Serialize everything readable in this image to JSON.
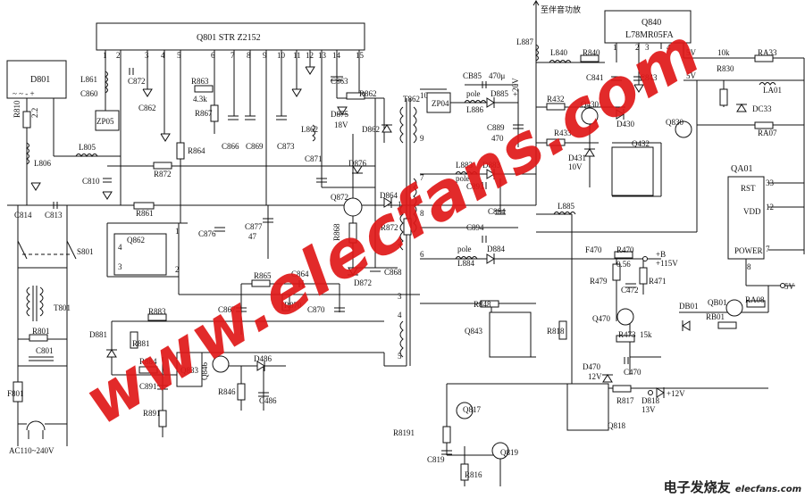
{
  "ic": {
    "main": "Q801  STR  Z2152",
    "bridge": "D801",
    "regulator": "Q840",
    "regulator_part": "L78MR05FA",
    "reset": "QA01",
    "reset_pins": [
      "RST",
      "VDD",
      "POWER"
    ],
    "reset_pin_numbers": [
      "33",
      "12",
      "7",
      "8"
    ]
  },
  "pins": [
    "1",
    "2",
    "3",
    "4",
    "5",
    "6",
    "7",
    "8",
    "9",
    "10",
    "11",
    "12",
    "13",
    "14",
    "15"
  ],
  "annotations": {
    "audio": "至伴音功放",
    "ac_input": "AC110~240V",
    "v20": "+20V",
    "v5a": "5V",
    "v5b": "5V",
    "v5c": "5V",
    "b115": "+B",
    "b115v": "+115V",
    "v12": "+12V",
    "v12b": "12V",
    "v13": "13V",
    "v10": "10V",
    "r10k": "10k",
    "r15k": "15k",
    "c470u": "470μ",
    "c470": "470",
    "c47": "47",
    "r43k": "4.3k",
    "r22": "2.2",
    "r056": "0.56",
    "v18": "18V",
    "pole1": "pole",
    "pole2": "pole",
    "pole3": "pole"
  },
  "labels": {
    "L861": "L861",
    "C860": "C860",
    "C872": "C872",
    "C862": "C862",
    "R863": "R863",
    "R867": "R867",
    "C866": "C866",
    "C869": "C869",
    "C873": "C873",
    "L862": "L862",
    "C871": "C871",
    "C863": "C863",
    "R862": "R862",
    "D875": "D875",
    "D862": "D862",
    "T862": "T862",
    "ZP04": "ZP04",
    "CB85": "CB85",
    "L886": "L886",
    "D885": "D885",
    "C889": "C889",
    "L887": "L887",
    "L840": "L840",
    "R840": "R840",
    "C841": "C841",
    "C843": "C843",
    "R432": "R432",
    "Q430": "Q430",
    "D430": "D430",
    "R433": "R433",
    "Q432": "Q432",
    "D431": "D431",
    "R830": "R830",
    "RA33": "RA33",
    "LA01": "LA01",
    "DC33": "DC33",
    "RA07": "RA07",
    "Q830": "Q830",
    "R810": "R810",
    "L806": "L806",
    "ZP05": "ZP05",
    "L805": "L805",
    "C810": "C810",
    "R872a": "R872",
    "R864": "R864",
    "C814": "C814",
    "C813": "C813",
    "R861": "R861",
    "C876": "C876",
    "C877": "C877",
    "Q872": "Q872",
    "D876": "D876",
    "R868": "R868",
    "D864": "D864",
    "R872b": "R872",
    "L883": "L883",
    "D883": "D883",
    "C893": "C893",
    "C884": "C884",
    "L885": "L885",
    "C894": "C894",
    "L884": "L884",
    "D884": "D884",
    "F470": "F470",
    "R470": "R470",
    "R479": "R479",
    "C472": "C472",
    "R471": "R471",
    "S801": "S801",
    "Q862": "Q862",
    "T801": "T801",
    "R865": "R865",
    "C864": "C864",
    "R870": "R870",
    "C870": "C870",
    "C867": "C867",
    "C868": "C868",
    "D872": "D872",
    "R848": "R848",
    "Q843": "Q843",
    "R818": "R818",
    "Q470": "Q470",
    "R473": "R473",
    "C470": "C470",
    "D470": "D470",
    "R817": "R817",
    "D818": "D818",
    "Q818": "Q818",
    "DB01": "DB01",
    "RB01": "RB01",
    "QB01": "QB01",
    "RA08": "RA08",
    "R801": "R801",
    "C801": "C801",
    "F801": "F801",
    "D881": "D881",
    "R881": "R881",
    "R883": "R883",
    "R884": "R884",
    "Q833": "Q833",
    "Q846": "Q846",
    "D486": "D486",
    "C891": "C891",
    "R846": "R846",
    "C486": "C486",
    "R891": "R891",
    "Q817": "Q817",
    "R8191": "R8191",
    "C819": "C819",
    "Q819": "Q819",
    "R816": "R816"
  },
  "winding_numbers": [
    "10",
    "9",
    "1",
    "2",
    "3",
    "4",
    "5",
    "6",
    "7",
    "8"
  ],
  "watermark": "www.elecfans.com",
  "site_logo": "电子发烧友",
  "site_logo_url": "elecfans.com"
}
